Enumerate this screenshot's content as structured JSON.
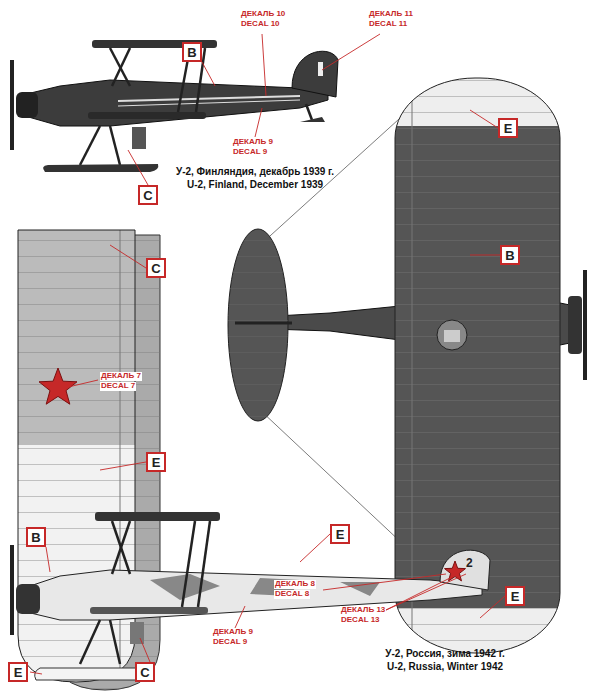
{
  "diagram": {
    "nodes": [
      {
        "text": [
          "B"
        ]
      },
      {
        "text": [
          "C"
        ]
      },
      {
        "text": [
          "E"
        ]
      },
      {
        "text": [
          "C"
        ]
      },
      {
        "text": [
          "B"
        ]
      },
      {
        "text": [
          "E"
        ]
      },
      {
        "text": [
          "E"
        ]
      },
      {
        "text": [
          "B"
        ]
      },
      {
        "text": [
          "E"
        ]
      },
      {
        "text": [
          "E"
        ]
      },
      {
        "text": [
          "C"
        ]
      }
    ],
    "labels": [
      "ДЕКАЛЬ 10",
      "DECAL 10",
      "ДЕКАЛЬ 11",
      "DECAL 11",
      "ДЕКАЛЬ 9",
      "DECAL 9",
      "У-2, Финляндия, декабрь 1939 г.",
      "U-2, Finland, December 1939",
      "ДЕКАЛЬ 7",
      "DECAL 7",
      "ДЕКАЛЬ 8",
      "DECAL 8",
      "2",
      "ДЕКАЛЬ 13",
      "DECAL 13",
      "ДЕКАЛЬ 9",
      "DECAL 9",
      "У-2, Россия, зима 1942 г.",
      "U-2, Russia, Winter 1942"
    ]
  }
}
